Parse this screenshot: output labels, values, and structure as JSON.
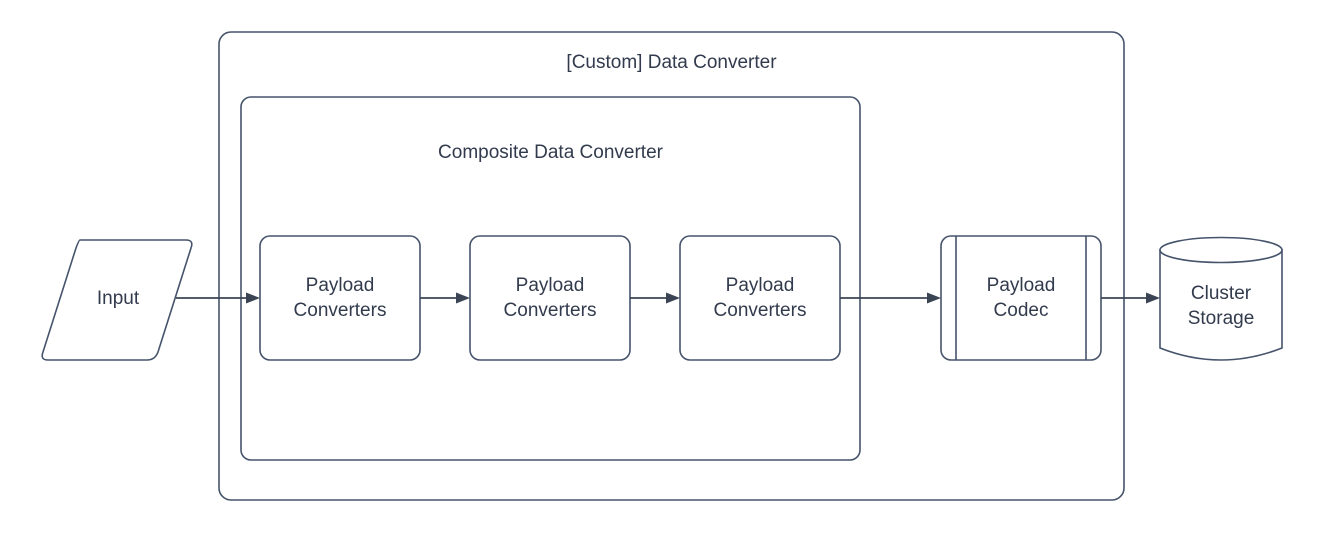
{
  "diagram": {
    "title": "[Custom] Data Converter",
    "background_color": "#ffffff",
    "stroke_color": "#45536b",
    "text_color": "#323b4d",
    "containers": [
      {
        "id": "custom-data-converter",
        "label": "[Custom] Data Converter",
        "shape": "rounded-rectangle"
      },
      {
        "id": "composite-data-converter",
        "label": "Composite Data Converter",
        "shape": "rounded-rectangle"
      }
    ],
    "nodes": [
      {
        "id": "input",
        "label": "Input",
        "shape": "parallelogram"
      },
      {
        "id": "payload-converters-1",
        "label": "Payload\nConverters",
        "shape": "rounded-rectangle"
      },
      {
        "id": "payload-converters-2",
        "label": "Payload\nConverters",
        "shape": "rounded-rectangle"
      },
      {
        "id": "payload-converters-3",
        "label": "Payload\nConverters",
        "shape": "rounded-rectangle"
      },
      {
        "id": "payload-codec",
        "label": "Payload\nCodec",
        "shape": "subroutine"
      },
      {
        "id": "cluster-storage",
        "label": "Cluster\nStorage",
        "shape": "cylinder"
      }
    ],
    "connections": [
      {
        "id": "input-to-converter-1",
        "from": "input",
        "to": "payload-converters-1",
        "arrow": "single"
      },
      {
        "id": "converter-1-to-converter-2",
        "from": "payload-converters-1",
        "to": "payload-converters-2",
        "arrow": "single"
      },
      {
        "id": "converter-2-to-converter-3",
        "from": "payload-converters-2",
        "to": "payload-converters-3",
        "arrow": "single"
      },
      {
        "id": "converter-3-to-codec",
        "from": "payload-converters-3",
        "to": "payload-codec",
        "arrow": "single"
      },
      {
        "id": "codec-to-storage",
        "from": "payload-codec",
        "to": "cluster-storage",
        "arrow": "single"
      }
    ]
  }
}
